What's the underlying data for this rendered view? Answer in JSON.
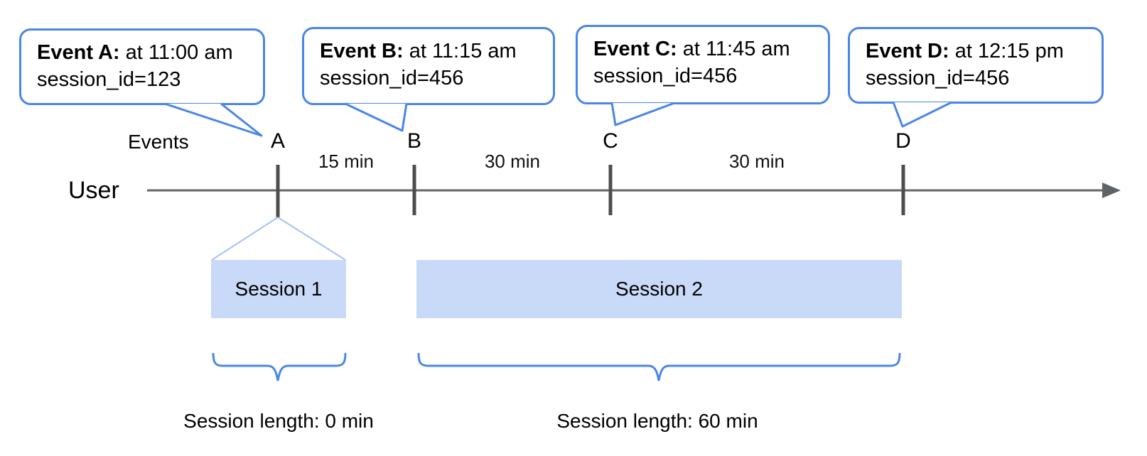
{
  "diagram": {
    "type": "timeline-session-diagram",
    "callouts": [
      {
        "title": "Event A:",
        "time": " at 11:00 am",
        "session": "session_id=123"
      },
      {
        "title": "Event B:",
        "time": " at 11:15 am",
        "session": "session_id=456"
      },
      {
        "title": "Event C:",
        "time": " at 11:45 am",
        "session": "session_id=456"
      },
      {
        "title": "Event D:",
        "time": " at 12:15 pm",
        "session": "session_id=456"
      }
    ],
    "events_label": "Events",
    "user_label": "User",
    "event_markers": [
      "A",
      "B",
      "C",
      "D"
    ],
    "intervals": [
      "15 min",
      "30 min",
      "30 min"
    ],
    "sessions": [
      {
        "label": "Session 1",
        "length_label": "Session length: 0 min"
      },
      {
        "label": "Session 2",
        "length_label": "Session length: 60 min"
      }
    ],
    "colors": {
      "callout_border": "#4a86e8",
      "brace": "#4a86e8",
      "fan_line": "#a4c2f4",
      "session_bar_fill": "#c9daf8",
      "timeline_line": "#666666",
      "tick": "#4d4d4d",
      "text": "#000000"
    }
  }
}
